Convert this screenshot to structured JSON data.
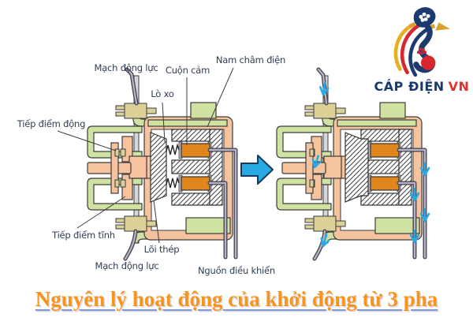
{
  "logo": {
    "brand": "CÁP ĐIỆN",
    "suffix": "VN"
  },
  "title": "Nguyên lý hoạt động của khởi động từ 3 pha",
  "labels": {
    "power_circuit_top": "Mạch động lực",
    "coil": "Cuộn cảm",
    "electromagnet": "Nam châm điện",
    "spring": "Lò xo",
    "moving_contact": "Tiếp điểm động",
    "fixed_contact": "Tiếp điểm tĩnh",
    "iron_core": "Lõi thép",
    "power_circuit_bottom": "Mạch động lực",
    "control_source": "Nguồn điều khiển"
  },
  "colors": {
    "frame_green": "#cfe2a2",
    "armature_salmon": "#f5c49e",
    "coil_orange": "#e0861f",
    "terminal_tan": "#ddd096",
    "wire_gray": "#b9b3c6",
    "flow_arrow_blue": "#29a9e2",
    "title_orange": "#f7941d",
    "brand_navy": "#1b3a6b",
    "brand_red": "#e03230",
    "label_text": "#2f3e52"
  }
}
